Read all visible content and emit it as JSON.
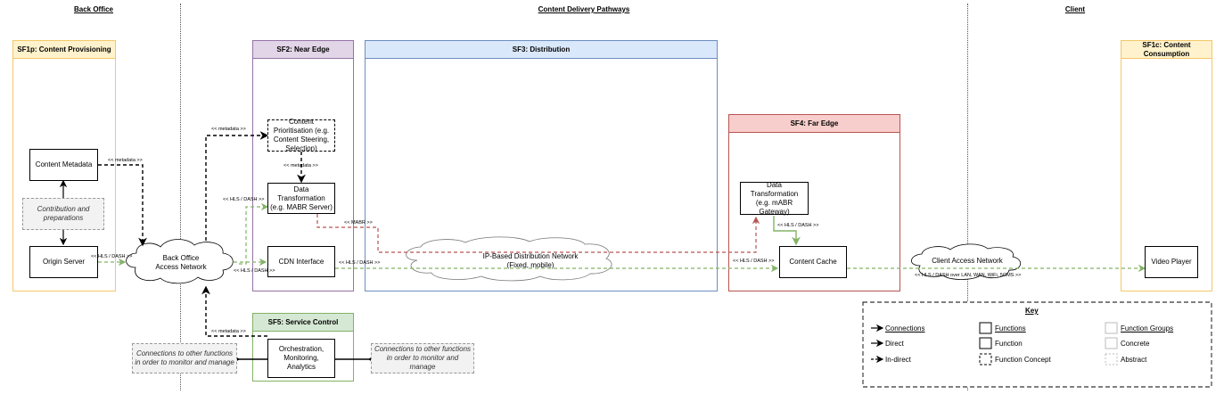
{
  "headers": {
    "back_office": "Back Office",
    "content_delivery": "Content Delivery Pathways",
    "client": "Client"
  },
  "groups": {
    "sf1p": "SF1p: Content Provisioning",
    "sf2": "SF2: Near Edge",
    "sf3": "SF3: Distribution",
    "sf4": "SF4: Far Edge",
    "sf5": "SF5: Service Control",
    "sf1c": "SF1c: Content Consumption"
  },
  "functions": {
    "content_metadata": "Content Metadata",
    "contribution": "Contribution and preparations",
    "origin_server": "Origin Server",
    "content_prioritisation": "Content Prioritisation (e.g. Content Steering, Selection)",
    "data_transformation_near": "Data Transformation (e.g. MABR Server)",
    "cdn_interface": "CDN Interface",
    "data_transformation_far": "Data Transformation (e.g. mABR Gateway)",
    "content_cache": "Content Cache",
    "video_player": "Video Player",
    "orchestration": "Orchestration, Monitoring, Analytics",
    "connections_left": "Connections to other functions in order to monitor and manage",
    "connections_right": "Connections to other functions in order to monitor and manage"
  },
  "clouds": {
    "back_office_network": "Back Office Access Network",
    "ip_network": "IP-Based Distribution Network (Fixed, mobile)",
    "client_network": "Client Access Network"
  },
  "labels": {
    "metadata_1": "<< metadata >>",
    "metadata_2": "<< metadata >>",
    "metadata_3": "<< metadata >>",
    "metadata_4": "<< metadata >>",
    "hls_1": "<< HLS / DASH >>",
    "hls_2": "<< HLS / DASH >>",
    "hls_3": "<< HLS / DASH >>",
    "hls_4": "<< HLS / DASH >>",
    "hls_5": "<< HLS / DASH >>",
    "hls_6": "<< HLS / DASH >>",
    "hls_client": "<< HLS / DASH over LAN, WAN, WiFi, 5GMS >>",
    "mabr": "<< MABR >>"
  },
  "key": {
    "title": "Key",
    "connections": "Connections",
    "direct": "Direct",
    "indirect": "In-direct",
    "functions": "Functions",
    "function": "Function",
    "function_concept": "Function Concept",
    "function_groups": "Function Groups",
    "concrete": "Concrete",
    "abstract": "Abstract"
  },
  "colors": {
    "sf1": "#f5c869",
    "sf1_fill": "#fff2cc",
    "sf2": "#9673a6",
    "sf2_fill": "#e1d5e7",
    "sf3": "#6c8ebf",
    "sf3_fill": "#dae8fc",
    "sf4": "#b85450",
    "sf4_fill": "#f8cecc",
    "sf5": "#82b366",
    "sf5_fill": "#d5e8d4",
    "green_link": "#82b366",
    "red_link": "#b85450"
  }
}
